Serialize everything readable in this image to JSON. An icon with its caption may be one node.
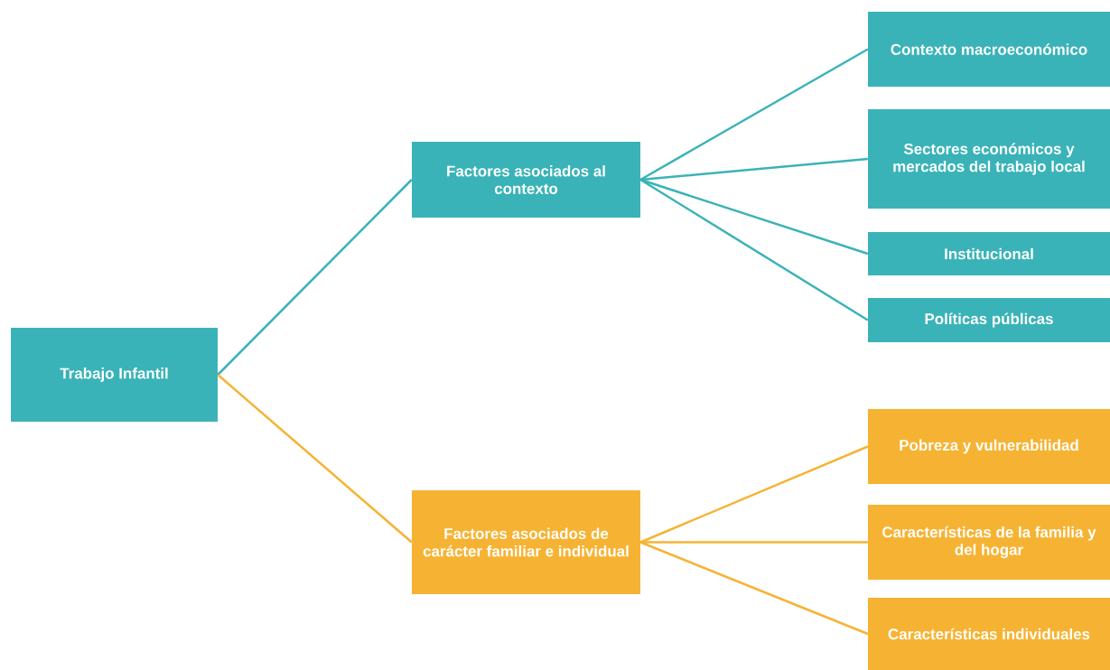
{
  "diagram": {
    "nodes": [
      {
        "text": [
          "Trabajo Infantil"
        ]
      },
      {
        "text": [
          "Factores asociados al contexto"
        ]
      },
      {
        "text": [
          "Contexto macroeconómico"
        ]
      },
      {
        "text": [
          "Sectores económicos y mercados del trabajo local"
        ]
      },
      {
        "text": [
          "Institucional"
        ]
      },
      {
        "text": [
          "Políticas públicas"
        ]
      },
      {
        "text": [
          "Factores asociados de carácter familiar e individual"
        ]
      },
      {
        "text": [
          "Pobreza y vulnerabilidad"
        ]
      },
      {
        "text": [
          "Características de la familia y del hogar"
        ]
      },
      {
        "text": [
          "Características individuales"
        ]
      }
    ],
    "edges": [
      {
        "from": 0,
        "to": 1,
        "arrow": "none",
        "color": "#3ab3b8"
      },
      {
        "from": 0,
        "to": 6,
        "arrow": "none",
        "color": "#f6b333"
      },
      {
        "from": 1,
        "to": 2,
        "arrow": "none",
        "color": "#3ab3b8"
      },
      {
        "from": 1,
        "to": 3,
        "arrow": "none",
        "color": "#3ab3b8"
      },
      {
        "from": 1,
        "to": 4,
        "arrow": "none",
        "color": "#3ab3b8"
      },
      {
        "from": 1,
        "to": 5,
        "arrow": "none",
        "color": "#3ab3b8"
      },
      {
        "from": 6,
        "to": 7,
        "arrow": "none",
        "color": "#f6b333"
      },
      {
        "from": 6,
        "to": 8,
        "arrow": "none",
        "color": "#f6b333"
      },
      {
        "from": 6,
        "to": 9,
        "arrow": "none",
        "color": "#f6b333"
      }
    ]
  }
}
